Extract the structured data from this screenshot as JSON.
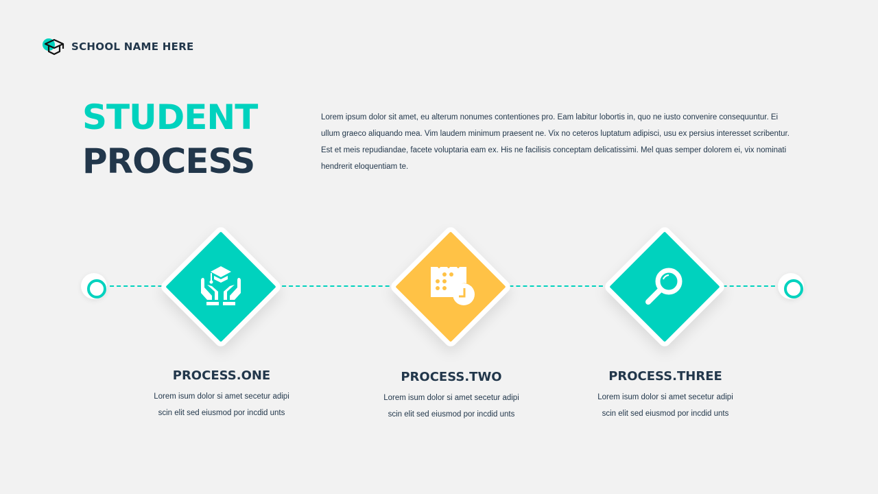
{
  "header": {
    "school_name": "SCHOOL NAME HERE",
    "logo_icon": "graduation-cap-icon"
  },
  "title": {
    "line1": "STUDENT",
    "line2": "PROCESS"
  },
  "intro": "Lorem  ipsum dolor sit amet, eu alterum nonumes contentiones pro. Eam labitur lobortis in, quo ne iusto convenire consequuntur. Ei ullum graeco aliquando mea. Vim laudem minimum praesent ne. Vix no ceteros luptatum adipisci, usu ex persius interesset scribentur. Est et meis repudiandae, facete voluptaria eam ex. His ne facilisis conceptam delicatissimi. Mel quas semper dolorem ei, vix nominati hendrerit eloquentiam te.",
  "colors": {
    "teal": "#00d2be",
    "yellow": "#ffc246",
    "navy": "#22374b",
    "background": "#f2f2f2"
  },
  "steps": [
    {
      "title": "PROCESS.ONE",
      "line1": "Lorem  isum dolor si amet secetur adipi",
      "line2": "scin elit sed eiusmod por incdid unts",
      "icon": "hands-graduation-cap-icon",
      "color": "#00d2be"
    },
    {
      "title": "PROCESS.TWO",
      "line1": "Lorem  isum dolor si amet secetur adipi",
      "line2": "scin elit sed eiusmod por incdid unts",
      "icon": "calendar-clock-icon",
      "color": "#ffc246"
    },
    {
      "title": "PROCESS.THREE",
      "line1": "Lorem  isum dolor si amet secetur adipi",
      "line2": "scin elit sed eiusmod por incdid unts",
      "icon": "magnifier-icon",
      "color": "#00d2be"
    }
  ]
}
